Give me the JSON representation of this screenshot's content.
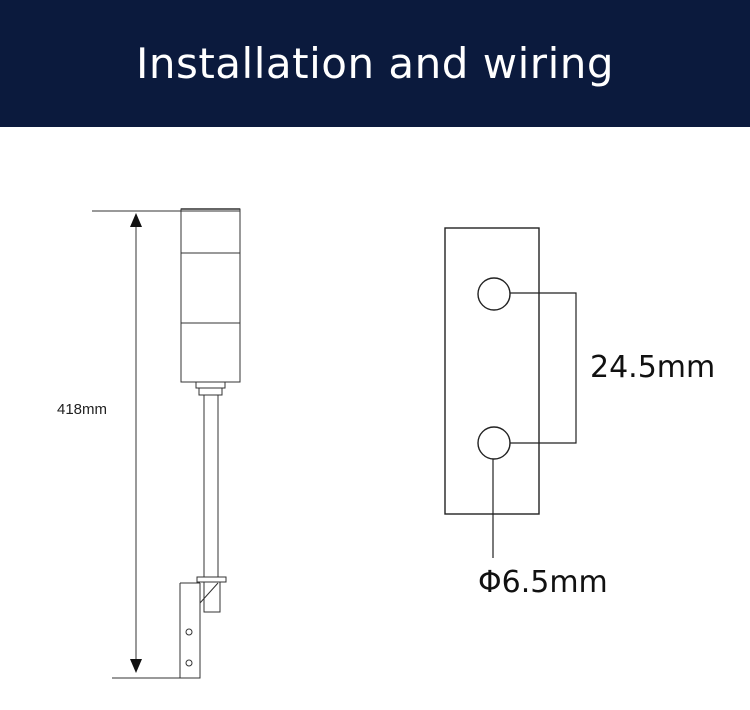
{
  "header": {
    "title": "Installation and wiring",
    "background": "#0b1a3d",
    "text_color": "#ffffff"
  },
  "left_diagram": {
    "height_label": "418mm"
  },
  "right_diagram": {
    "spacing_label": "24.5mm",
    "hole_label": "Φ6.5mm"
  }
}
